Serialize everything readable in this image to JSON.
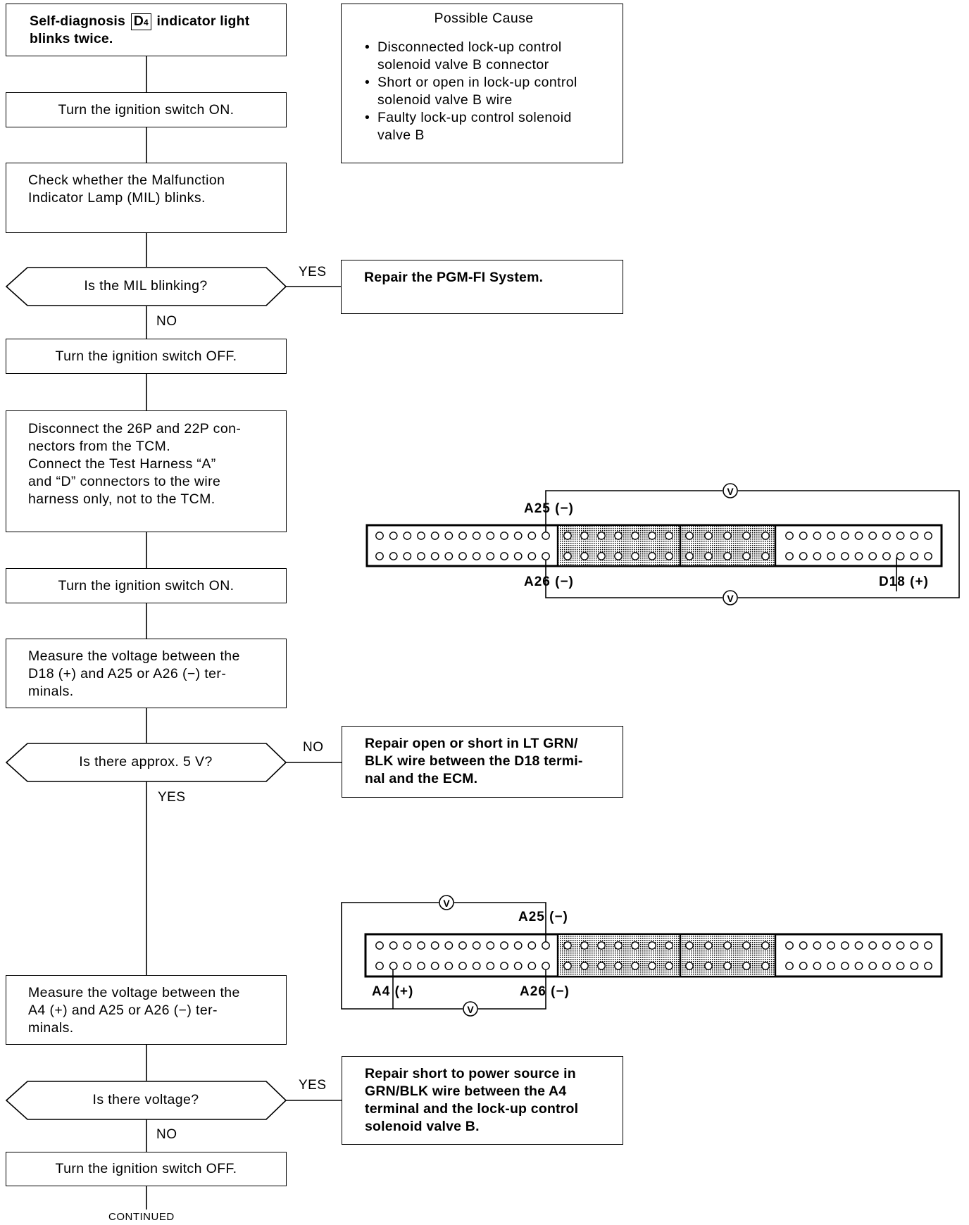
{
  "steps": {
    "step1": {
      "prefix": "Self-diagnosis",
      "indicator_letter": "D",
      "indicator_sub": "4",
      "suffix": "indicator light",
      "line2": "blinks twice."
    },
    "step2": "Turn the ignition switch ON.",
    "step3": {
      "line1": "Check whether the Malfunction",
      "line2": "Indicator Lamp (MIL) blinks."
    },
    "decision1": "Is the MIL blinking?",
    "step4": "Turn the ignition switch OFF.",
    "step5": {
      "line1": "Disconnect the 26P and 22P con-",
      "line2": "nectors from the TCM.",
      "line3": "Connect the Test Harness “A”",
      "line4": "and “D” connectors to the wire",
      "line5": "harness only, not to the TCM."
    },
    "step6": "Turn the ignition switch ON.",
    "step7": {
      "line1": "Measure the voltage between the",
      "line2": "D18 (+) and A25 or A26 (−) ter-",
      "line3": "minals."
    },
    "decision2": "Is there approx. 5 V?",
    "step8": {
      "line1": "Measure the voltage between the",
      "line2": "A4 (+) and A25 or A26 (−) ter-",
      "line3": "minals."
    },
    "decision3": "Is there voltage?",
    "step9": "Turn the ignition switch OFF."
  },
  "branch_labels": {
    "d1_yes": "YES",
    "d1_no": "NO",
    "d2_no": "NO",
    "d2_yes": "YES",
    "d3_yes": "YES",
    "d3_no": "NO"
  },
  "possible_cause": {
    "title": "Possible Cause",
    "items": [
      {
        "line1": "Disconnected  lock-up  control",
        "line2": "solenoid valve B connector"
      },
      {
        "line1": "Short or open in lock-up control",
        "line2": "solenoid valve B wire"
      },
      {
        "line1": "Faulty lock-up control solenoid",
        "line2": "valve B"
      }
    ]
  },
  "actions": {
    "repair_pgm": "Repair the PGM-FI System.",
    "repair_d18": {
      "line1": "Repair open or short in LT GRN/",
      "line2": "BLK wire between the D18 termi-",
      "line3": "nal and the ECM."
    },
    "repair_a4": {
      "line1": "Repair short to power source in",
      "line2": "GRN/BLK wire between the A4",
      "line3": "terminal and the lock-up control",
      "line4": "solenoid valve B."
    }
  },
  "connector1": {
    "a25": "A25 (−)",
    "a26": "A26 (−)",
    "d18": "D18 (+)",
    "meter": "V"
  },
  "connector2": {
    "a25": "A25 (−)",
    "a26": "A26 (−)",
    "a4": "A4 (+)",
    "meter": "V"
  },
  "footer": "CONTINUED"
}
